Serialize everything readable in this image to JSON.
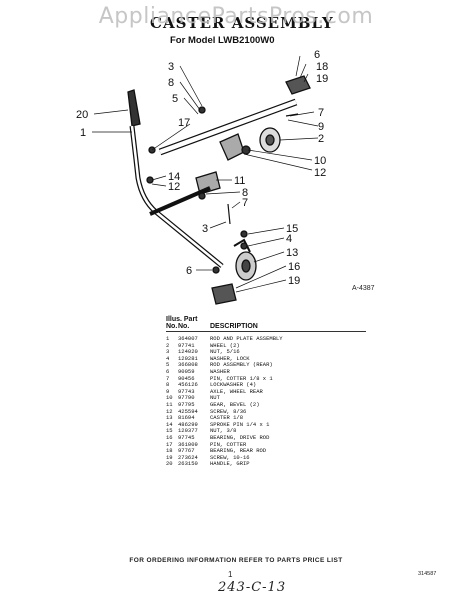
{
  "watermark": "AppliancePartsPros.com",
  "title": "CASTER ASSEMBLY",
  "subtitle": "For Model LWB2100W0",
  "figure_ref": "A-4387",
  "callouts": [
    "6",
    "18",
    "19",
    "3",
    "8",
    "5",
    "7",
    "20",
    "17",
    "9",
    "2",
    "1",
    "10",
    "12",
    "11",
    "14",
    "12",
    "8",
    "7",
    "3",
    "15",
    "4",
    "13",
    "6",
    "16",
    "19"
  ],
  "parts_table": {
    "header_line1": "Illus.  Part",
    "columns": [
      "No.",
      "No.",
      "DESCRIPTION"
    ],
    "rows": [
      [
        "1",
        "364007",
        "ROD AND PLATE ASSEMBLY"
      ],
      [
        "2",
        "97741",
        "WHEEL (2)"
      ],
      [
        "3",
        "124020",
        "NUT, 5/16"
      ],
      [
        "4",
        "120281",
        "WASHER, LOCK"
      ],
      [
        "5",
        "366808",
        "ROD ASSEMBLY (REAR)"
      ],
      [
        "6",
        "90059",
        "WASHER"
      ],
      [
        "7",
        "90456",
        "PIN, COTTER 1/8 x 1"
      ],
      [
        "8",
        "456126",
        "LOCKWASHER (4)"
      ],
      [
        "9",
        "97743",
        "AXLE, WHEEL REAR"
      ],
      [
        "10",
        "97790",
        "NUT"
      ],
      [
        "11",
        "97795",
        "GEAR, BEVEL (2)"
      ],
      [
        "12",
        "425594",
        "SCREW, 8/36"
      ],
      [
        "13",
        "81694",
        "CASTER 1/8"
      ],
      [
        "14",
        "486299",
        "SPROKE PIN 1/4 x 1"
      ],
      [
        "15",
        "120377",
        "NUT, 3/8"
      ],
      [
        "16",
        "97745",
        "BEARING, DRIVE ROD"
      ],
      [
        "17",
        "361009",
        "PIN, COTTER"
      ],
      [
        "18",
        "97767",
        "BEARING, REAR ROD"
      ],
      [
        "19",
        "273624",
        "SCREW, 10-16"
      ],
      [
        "20",
        "263150",
        "HANDLE, GRIP"
      ]
    ]
  },
  "footer": "FOR ORDERING INFORMATION REFER TO PARTS PRICE LIST",
  "page_number": "1",
  "doc_code": "314587",
  "handwritten_note": "243-C-13"
}
